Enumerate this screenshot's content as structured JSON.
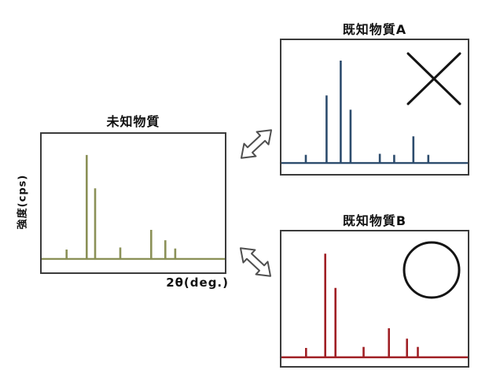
{
  "diagram": {
    "description_visible_text_only": true,
    "colors": {
      "background": "#ffffff",
      "panel_border": "#3b3b3b",
      "unknown_peaks": "#8b9158",
      "known_a_peaks": "#2e4d6e",
      "known_b_peaks": "#a02025",
      "mark": "#141414",
      "arrow_outline": "#4f4f4f"
    },
    "panels": {
      "unknown": {
        "title": "未知物質",
        "ylabel": "強度(cps)",
        "xlabel": "2θ(deg.)"
      },
      "known_a": {
        "title": "既知物質A",
        "mark_icon": "x-cross-icon",
        "mark_meaning": "no-match"
      },
      "known_b": {
        "title": "既知物質B",
        "mark_icon": "circle-icon",
        "mark_meaning": "match"
      }
    },
    "arrows": {
      "top": "double-headed-compare-arrow",
      "bottom": "double-headed-compare-arrow"
    }
  },
  "chart_data": [
    {
      "id": "unknown",
      "type": "bar",
      "subtype": "stick-spectrum",
      "title": "未知物質",
      "xlabel": "2θ(deg.)",
      "ylabel": "強度(cps)",
      "axis_ticks": "none",
      "grid": false,
      "color": "#8b9158",
      "x_relative": [
        0.136,
        0.246,
        0.292,
        0.429,
        0.598,
        0.675,
        0.729
      ],
      "values_relative": [
        0.09,
        1.0,
        0.68,
        0.11,
        0.28,
        0.18,
        0.1
      ]
    },
    {
      "id": "known_a",
      "type": "bar",
      "subtype": "stick-spectrum",
      "title": "既知物質A",
      "axis_ticks": "none",
      "grid": false,
      "color": "#2e4d6e",
      "x_relative": [
        0.131,
        0.242,
        0.318,
        0.371,
        0.528,
        0.605,
        0.708,
        0.788
      ],
      "values_relative": [
        0.08,
        0.66,
        1.0,
        0.52,
        0.09,
        0.08,
        0.26,
        0.08
      ]
    },
    {
      "id": "known_b",
      "type": "bar",
      "subtype": "stick-spectrum",
      "title": "既知物質B",
      "axis_ticks": "none",
      "grid": false,
      "color": "#a02025",
      "x_relative": [
        0.132,
        0.235,
        0.29,
        0.441,
        0.577,
        0.674,
        0.732
      ],
      "values_relative": [
        0.09,
        1.0,
        0.67,
        0.1,
        0.28,
        0.18,
        0.1
      ]
    }
  ]
}
